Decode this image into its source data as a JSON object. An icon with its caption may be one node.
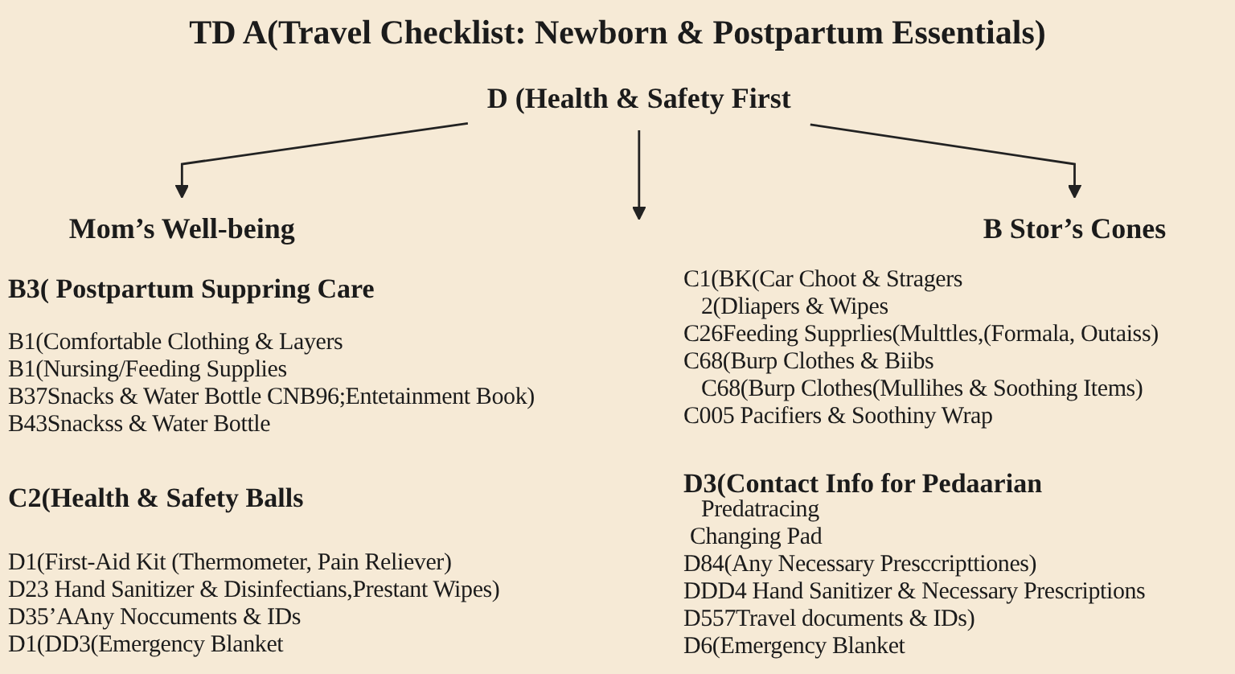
{
  "diagram": {
    "title": "TD A(Travel Checklist: Newborn & Postpartum Essentials)",
    "nodes": [
      {
        "text": [
          "D (Health & Safety First"
        ]
      },
      {
        "text": [
          "Mom’s Well-being"
        ]
      },
      {
        "text": [
          "B Stor’s Cones"
        ]
      }
    ],
    "edges": [
      {
        "from": 0,
        "to": 1,
        "arrow": "to"
      },
      {
        "from": 0,
        "to": null,
        "arrow": "to"
      },
      {
        "from": 0,
        "to": 2,
        "arrow": "to"
      }
    ],
    "labels": [
      "B3( Postpartum Suppring Care",
      "B1(Comfortable Clothing & Layers",
      "B1(Nursing/Feeding Supplies",
      "B37Snacks & Water Bottle CNB96;Entetainment Book)",
      "B43Snackss & Water Bottle",
      "C2(Health & Safety Balls",
      "D1(First-Aid Kit (Thermometer, Pain Reliever)",
      "D23 Hand Sanitizer & Disinfectians,Prestant Wipes)",
      "D35’AAny Noccuments & IDs",
      "D1(DD3(Emergency Blanket",
      "C1(BK(Car Choot & Stragers",
      "2(Dliapers & Wipes",
      "C26Feeding Supprlies(Multtles,(Formala, Outaiss)",
      "C68(Burp Clothes & Biibs",
      "C68(Burp Clothes(Mullihes & Soothing Items)",
      "C005 Pacifiers & Soothiny Wrap",
      "D3(Contact Info for Pedaarian",
      "Predatracing",
      "Changing Pad",
      "D84(Any Necessary Presccripttiones)",
      "DDD4 Hand Sanitizer & Necessary Prescriptions",
      "D557Travel documents & IDs)",
      "D6(Emergency Blanket"
    ]
  }
}
